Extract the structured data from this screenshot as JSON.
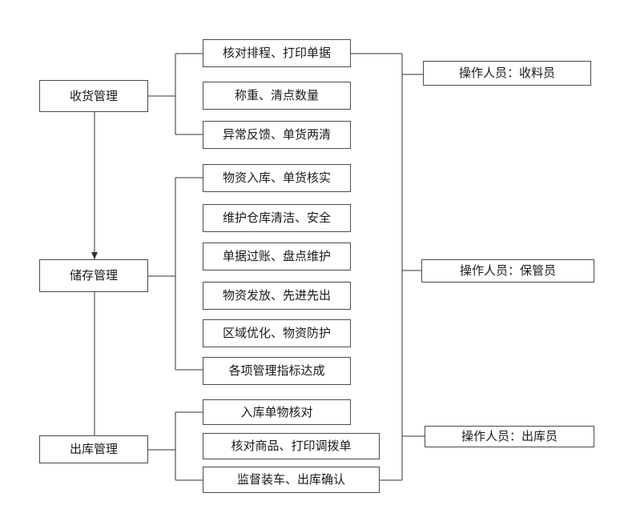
{
  "stages": {
    "receiving": "收货管理",
    "storage": "储存管理",
    "outbound": "出库管理"
  },
  "tasks": {
    "receiving": [
      "核对排程、打印单据",
      "称重、清点数量",
      "异常反馈、单货两清"
    ],
    "storage": [
      "物资入库、单货核实",
      "维护仓库清洁、安全",
      "单据过账、盘点维护",
      "物资发放、先进先出",
      "区域优化、物资防护",
      "各项管理指标达成"
    ],
    "outbound": [
      "入库单物核对",
      "核对商品、打印调拨单",
      "监督装车、出库确认"
    ]
  },
  "operators": {
    "receiving": "操作人员：收料员",
    "storage": "操作人员：保管员",
    "outbound": "操作人员：出库员"
  }
}
